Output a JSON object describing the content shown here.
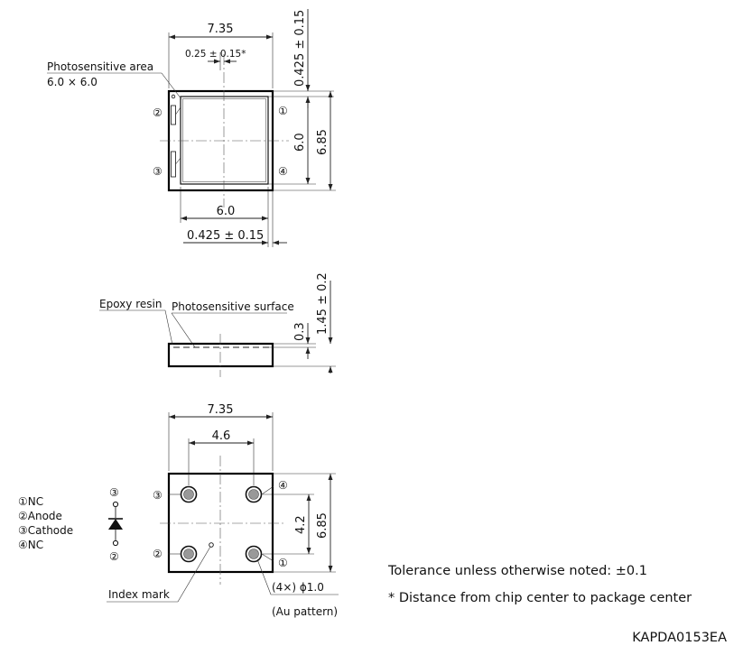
{
  "top_view": {
    "dim_width": "7.35",
    "dim_offset": "0.25 ± 0.15*",
    "dim_pkg_top": "0.425 ± 0.15",
    "photosensitive_area_label": "Photosensitive area",
    "photosensitive_area_size": "6.0 × 6.0",
    "dim_height_inner": "6.0",
    "dim_height_outer": "6.85",
    "dim_inner_width": "6.0",
    "dim_pkg_bottom": "0.425 ± 0.15",
    "pin1": "①",
    "pin2": "②",
    "pin3": "③",
    "pin4": "④"
  },
  "side_view": {
    "epoxy_label": "Epoxy resin",
    "surface_label": "Photosensitive surface",
    "dim_surface": "0.3",
    "dim_total": "1.45 ± 0.2"
  },
  "bottom_view": {
    "dim_width": "7.35",
    "dim_pad_pitch_x": "4.6",
    "dim_pad_pitch_y": "4.2",
    "dim_height": "6.85",
    "pin1": "①",
    "pin2": "②",
    "pin3": "③",
    "pin4": "④",
    "index_mark_label": "Index mark",
    "pad_spec": "(4×) ϕ1.0",
    "pad_material": "(Au pattern)"
  },
  "pin_legend": [
    "①NC",
    "②Anode",
    "③Cathode",
    "④NC"
  ],
  "symbol": {
    "top_pin": "③",
    "bottom_pin": "②"
  },
  "notes": {
    "tolerance": "Tolerance unless otherwise noted: ±0.1",
    "distance": "* Distance from chip center to package center"
  },
  "drawing_code": "KAPDA0153EA"
}
